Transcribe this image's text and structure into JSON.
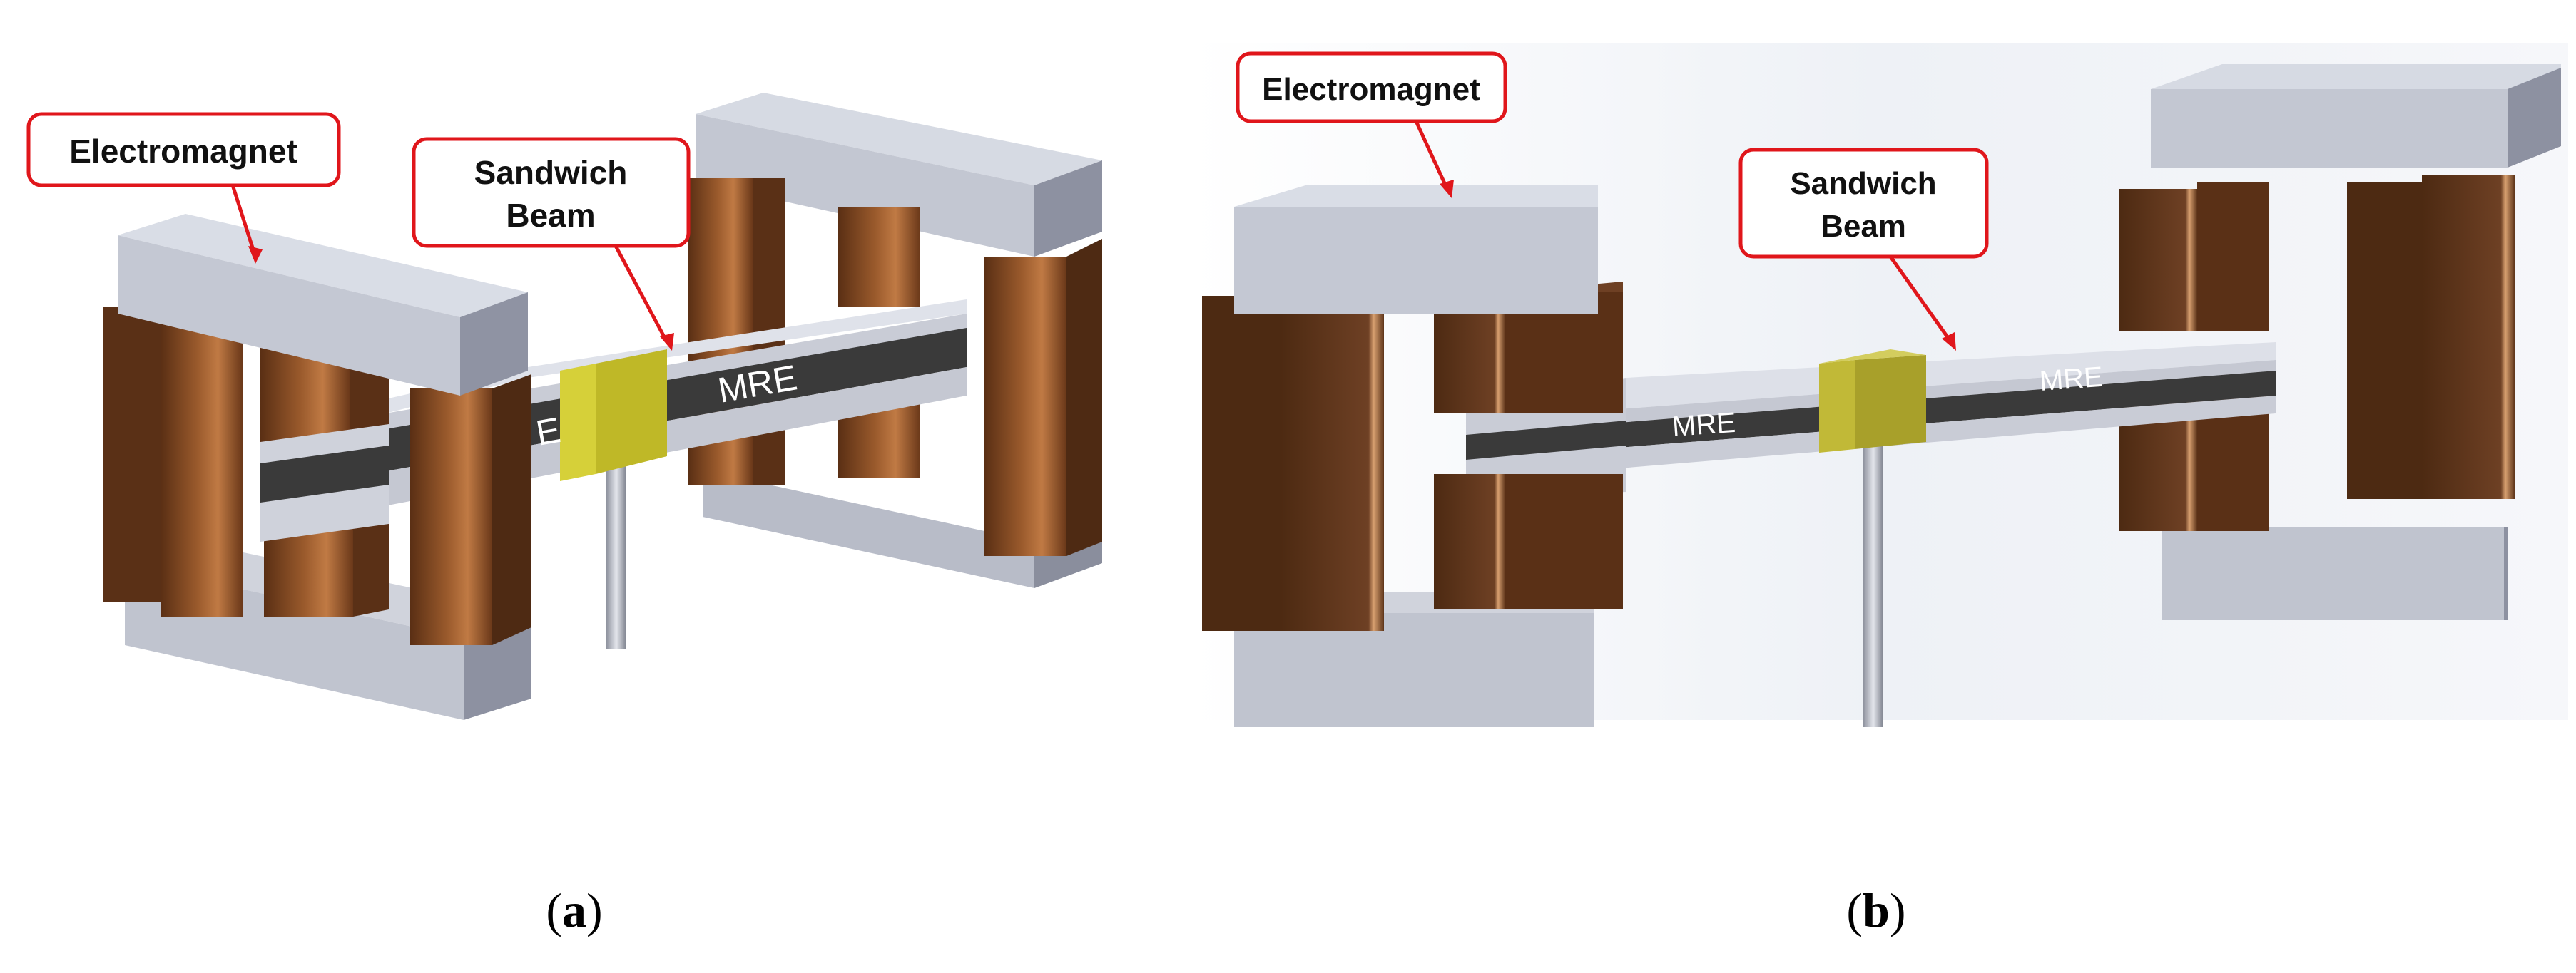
{
  "colors": {
    "steel_top": "#d9dde6",
    "steel_front": "#c2c6d2",
    "steel_side": "#8f93a3",
    "steel_dark": "#6f7385",
    "copper_front": "#7a4322",
    "copper_light": "#b8703f",
    "copper_dark": "#4a2812",
    "mre": "#3a3a3a",
    "clamp": "#c2bc28",
    "callout_red": "#e0161b"
  },
  "panel_a": {
    "electromagnet_label": "Electromagnet",
    "beam_label_line1": "Sandwich",
    "beam_label_line2": "Beam",
    "mre_left": "E",
    "mre_right": "MRE",
    "caption_letter": "a"
  },
  "panel_b": {
    "electromagnet_label": "Electromagnet",
    "beam_label_line1": "Sandwich",
    "beam_label_line2": "Beam",
    "mre_left": "MRE",
    "mre_right": "MRE",
    "caption_letter": "b"
  }
}
